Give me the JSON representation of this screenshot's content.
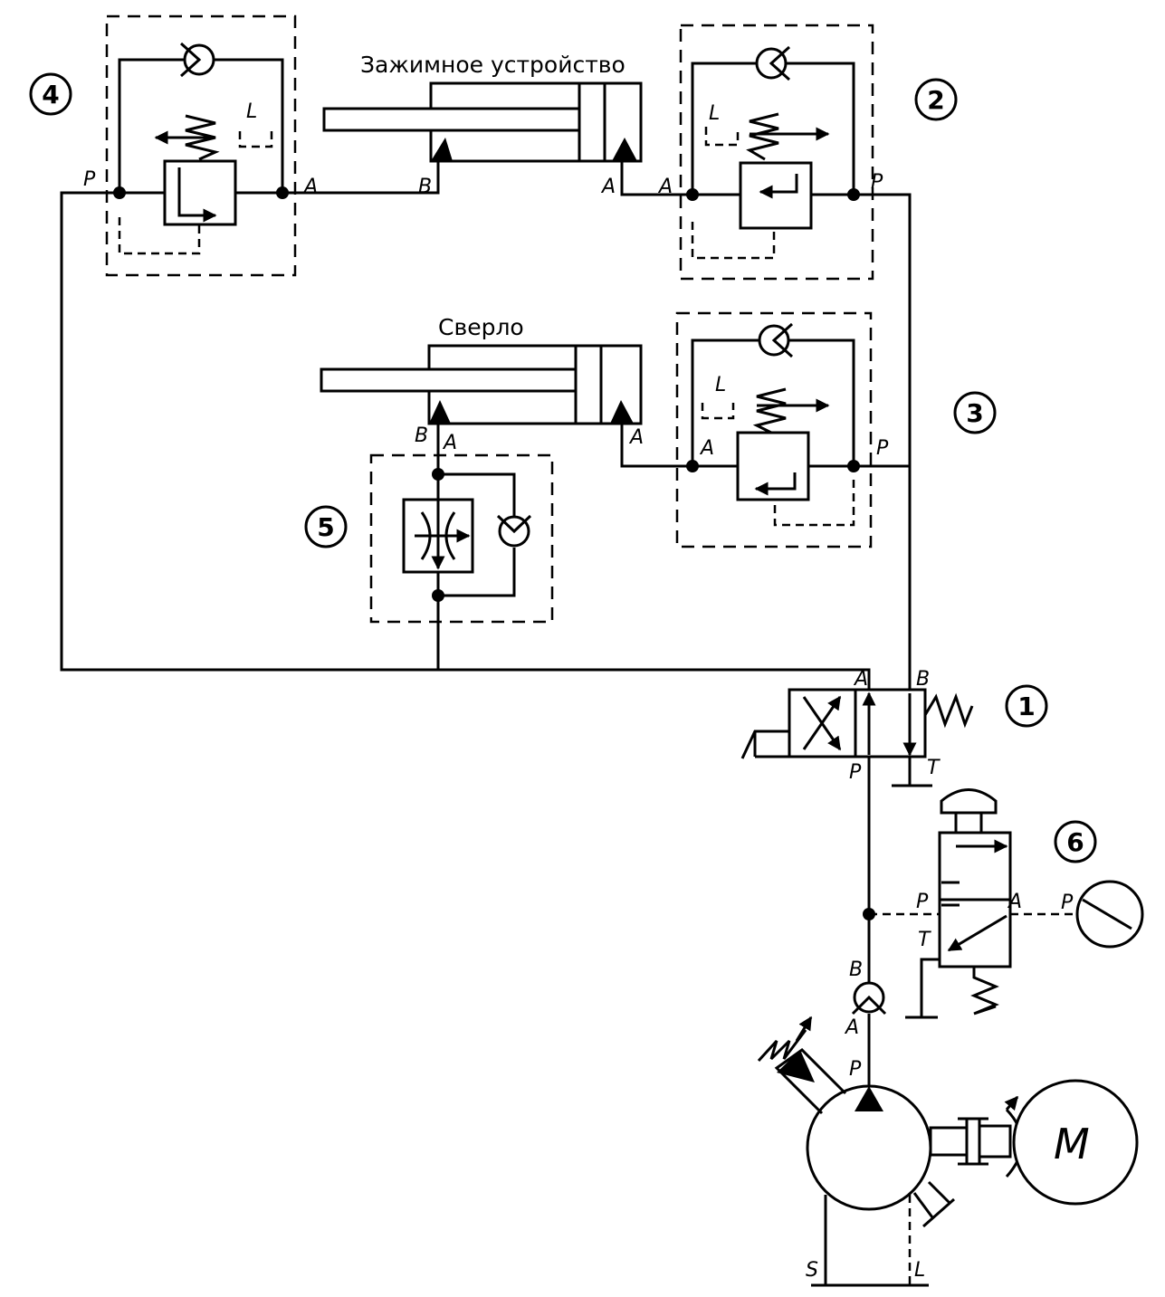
{
  "labels": {
    "clamp": "Зажимное устройство",
    "drill": "Сверло",
    "motor": "M"
  },
  "callouts": [
    "1",
    "2",
    "3",
    "4",
    "5",
    "6"
  ],
  "ports": {
    "v4_p": "P",
    "v4_a": "A",
    "clamp_b": "B",
    "clamp_a": "A",
    "v2_a": "A",
    "v2_p": "P",
    "v2_l": "L",
    "v4_l": "L",
    "drill_b": "B",
    "drill_a": "A",
    "drill_a2": "A",
    "v3_a": "A",
    "v3_p": "P",
    "v3_l": "L",
    "dir_a": "A",
    "dir_b": "B",
    "dir_p": "P",
    "dir_t": "T",
    "v6_p": "P",
    "v6_a": "A",
    "v6_t": "T",
    "gauge_p": "P",
    "check_b": "B",
    "check_a": "A",
    "pump_p": "P",
    "pump_s": "S",
    "pump_l": "L"
  }
}
